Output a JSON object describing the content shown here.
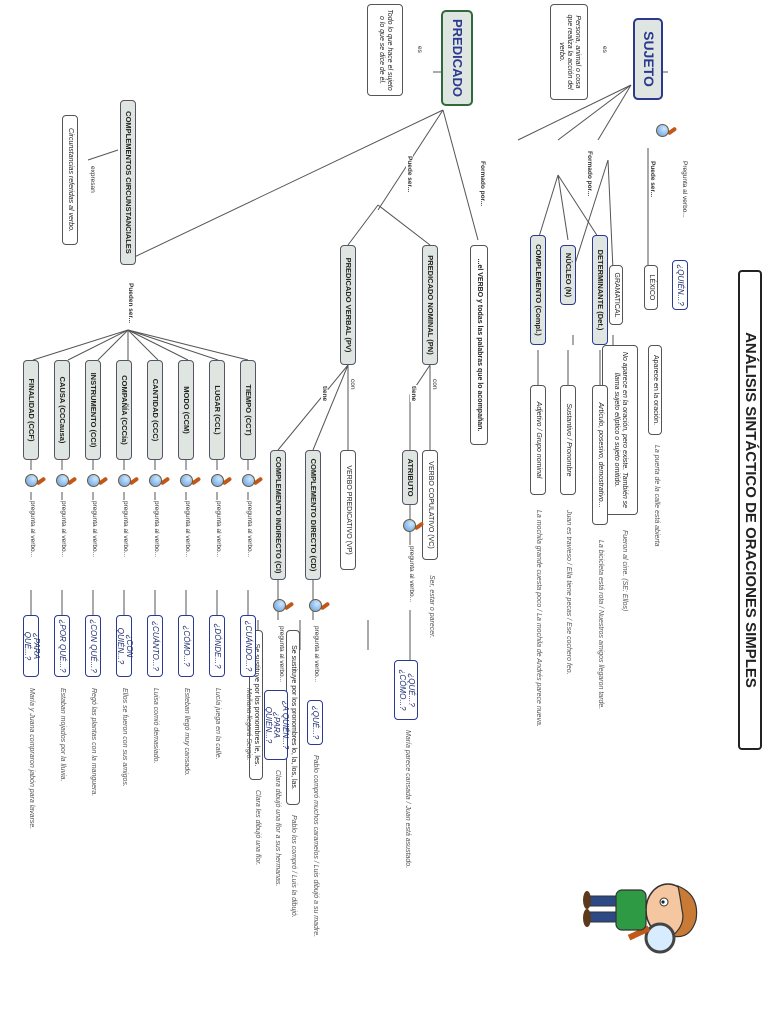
{
  "title": "ANÁLISIS SINTÁCTICO DE ORACIONES SIMPLES",
  "sujeto": {
    "label": "SUJETO",
    "es_label": "es",
    "definition": "Persona, animal o cosa que realiza la acción del verbo.",
    "pregunta_label": "Pregunta al verbo...",
    "pregunta": "¿QUIÉN...?",
    "puede_ser_label": "Puede ser...",
    "lexico": "LÉXICO",
    "lexico_desc": "Aparece en la oración.",
    "lexico_example": "La puerta de la calle está abierta",
    "gramatical": "GRAMATICAL",
    "gramatical_desc": "No aparece en la oración, pero existe. También se llama sujeto elíptico o sujeto omitido.",
    "gramatical_example": "Fueron al cine. (SE: Ellos)",
    "formado_label": "Formado por...",
    "det": "DETERMINANTE (Det.)",
    "det_desc": "Artículo, posesivo, demostrativo...",
    "det_example": "La bicicleta está rota / Nuestros amigos llegaron tarde.",
    "nucleo": "NÚCLEO (N)",
    "nucleo_desc": "Sustantivo / Pronombre",
    "nucleo_example": "Juan es travieso / Ella tiene pecas / Ese cochero feo.",
    "compl": "COMPLEMENTO (Compl.)",
    "compl_desc": "Adjetivo / Grupo nominal",
    "compl_example": "La mochila grande cuesta poco / La mochila de Andrés parece nueva."
  },
  "predicado": {
    "label": "PREDICADO",
    "es_label": "es",
    "definition": "Todo lo que hace el sujeto o lo que se dice de él.",
    "formado_label": "Formado por...",
    "formado_desc": "...el VERBO y todas las palabras que lo acompañan.",
    "puede_ser_label": "Puede ser...",
    "pn": "PREDICADO NOMINAL (PN)",
    "con_label": "con",
    "vc": "VERBO COPULATIVO (VC)",
    "vc_example": "Ser, estar o parecer.",
    "tiene_label": "tiene",
    "atributo": "ATRIBUTO",
    "atributo_pregunta_label": "pregunta al verbo...",
    "atributo_pregunta": "¿QUÉ...? ¿CÓMO...?",
    "atributo_example": "María parece cansada / Juan está asustado.",
    "pv": "PREDICADO VERBAL (PV)",
    "vp": "VERBO PREDICATIVO (VP)",
    "cd": "COMPLEMENTO DIRECTO (CD)",
    "cd_pregunta_label": "pregunta al verbo...",
    "cd_pregunta": "¿QUÉ...?",
    "cd_sust": "Se sustituye por los pronombres lo, la, los, las.",
    "cd_example": "Pablo compró muchos caramelos / Luis dibujó a su madre.",
    "cd_example2": "Pablo los compró / Luis la dibujó.",
    "ci": "COMPLEMENTO INDIRECTO (CI)",
    "ci_pregunta_label": "pregunta al verbo...",
    "ci_pregunta": "¿A QUIÉN...? ¿PARA QUIÉN...?",
    "ci_sust": "Se sustituye por los pronombres le, les.",
    "ci_example": "Clara dibujó una flor a sus hermanas.",
    "ci_example2": "Clara les dibujó una flor."
  },
  "cc": {
    "label": "COMPLEMENTOS CIRCUNSTANCIALES",
    "expresan_label": "expresan",
    "expresan_desc": "Circunstancias referidas al verbo.",
    "pueden_ser_label": "Pueden ser...",
    "pregunta_label": "pregunta al verbo...",
    "items": [
      {
        "label": "TIEMPO (CCT)",
        "pregunta": "¿CUÁNDO...?",
        "example": "Mañana llegará Sergio."
      },
      {
        "label": "LUGAR (CCL)",
        "pregunta": "¿DÓNDE...?",
        "example": "Lucía juega en la calle."
      },
      {
        "label": "MODO (CCM)",
        "pregunta": "¿CÓMO...?",
        "example": "Esteban llegó muy cansado."
      },
      {
        "label": "CANTIDAD (CCC)",
        "pregunta": "¿CUÁNTO...?",
        "example": "Luisa comió demasiado."
      },
      {
        "label": "COMPAÑÍA (CCCía)",
        "pregunta": "¿CON QUIÉN...?",
        "example": "Ellos se fueron con sus amigos."
      },
      {
        "label": "INSTRUMENTO (CCI)",
        "pregunta": "¿CON QUÉ...?",
        "example": "Regó las plantas con la manguera."
      },
      {
        "label": "CAUSA (CCCausa)",
        "pregunta": "¿POR QUÉ...?",
        "example": "Estaban mojados por la lluvia."
      },
      {
        "label": "FINALIDAD (CCF)",
        "pregunta": "¿PARA QUÉ...?",
        "example": "María y Juana compraron jabón para lavarse."
      }
    ]
  }
}
